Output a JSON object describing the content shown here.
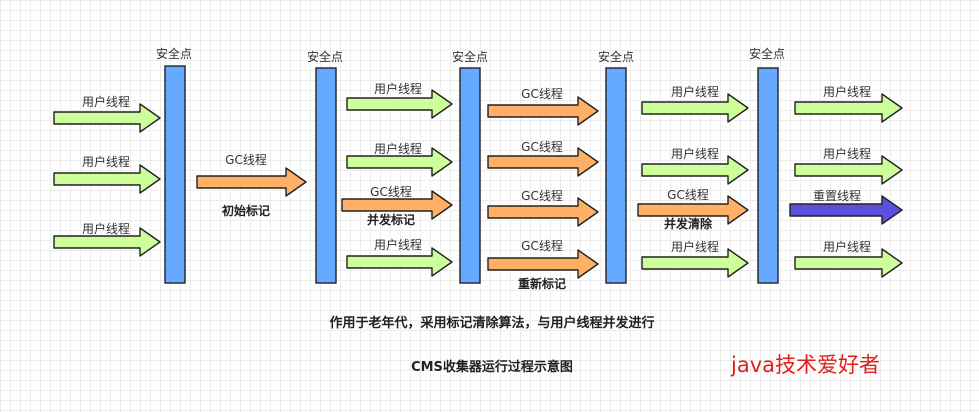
{
  "colors": {
    "user_thread": "#ccff99",
    "gc_thread": "#ffb066",
    "reset_thread": "#5b4fe0",
    "safepoint": "#66aaff",
    "stroke": "#222222",
    "watermark": "#e0201b"
  },
  "labels": {
    "safepoint": "安全点",
    "user_thread": "用户线程",
    "gc_thread": "GC线程",
    "reset_thread": "重置线程"
  },
  "phases": {
    "initial_mark": "初始标记",
    "concurrent_mark": "并发标记",
    "remark": "重新标记",
    "concurrent_sweep": "并发清除"
  },
  "caption": {
    "description": "作用于老年代，采用标记清除算法，与用户线程并发进行",
    "title": "CMS收集器运行过程示意图"
  },
  "watermark": "java技术爱好者"
}
